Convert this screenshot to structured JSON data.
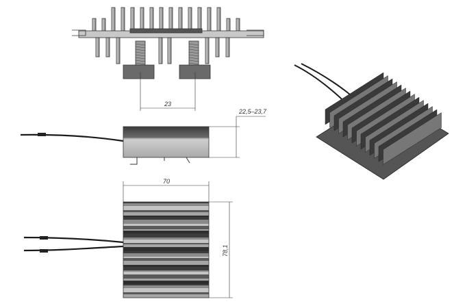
{
  "dimensions": {
    "screw_spacing": "23",
    "height_range": "22,5–23,7",
    "width": "70",
    "length": "78,1"
  },
  "colors": {
    "line": "#333333",
    "body_dark": "#4a4a4a",
    "body_light": "#b8b8b8",
    "wire": "#1a1a1a"
  }
}
